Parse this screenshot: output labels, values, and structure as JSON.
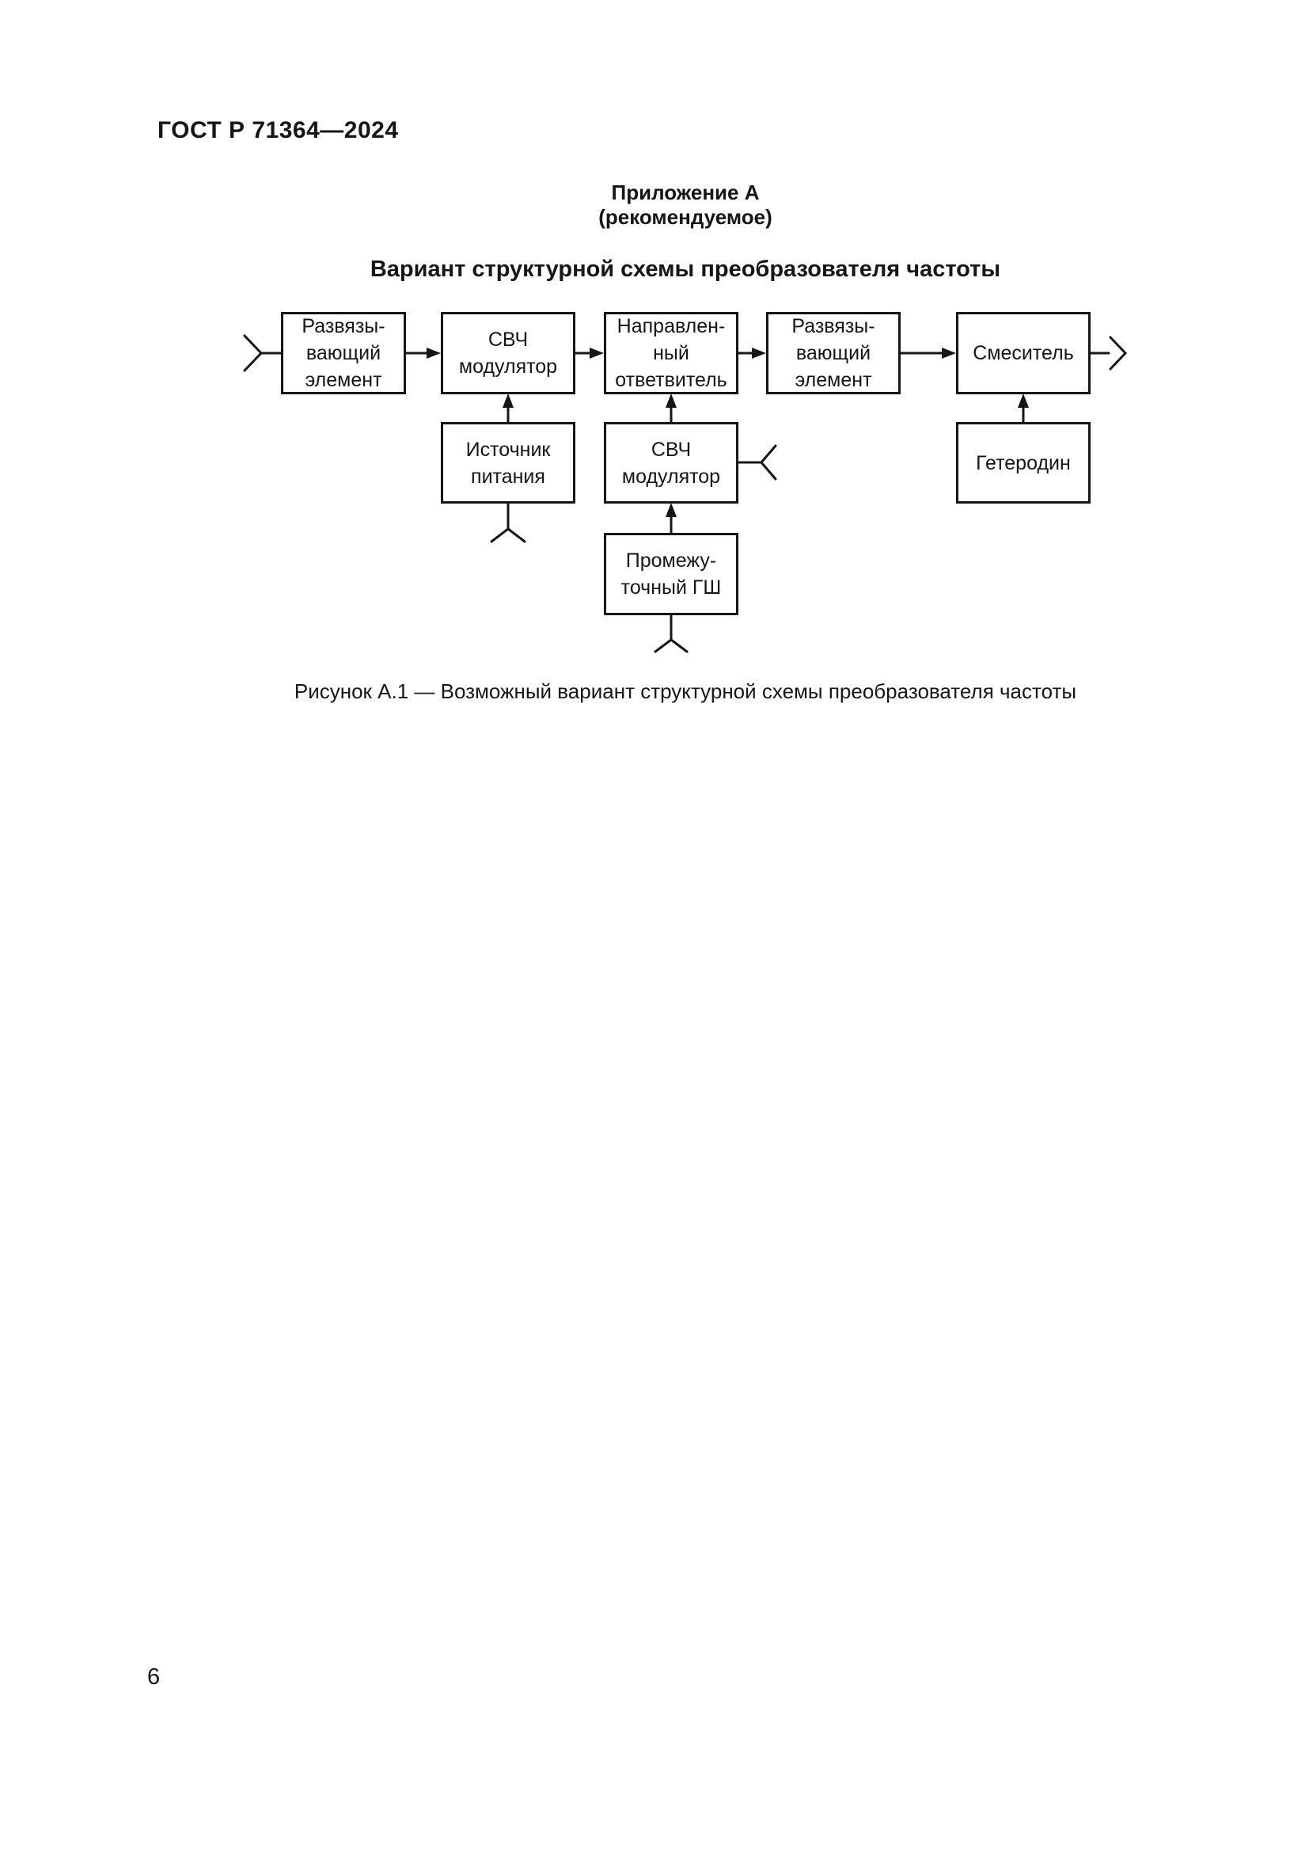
{
  "header": {
    "title": "ГОСТ Р 71364—2024"
  },
  "annex": {
    "title": "Приложение А",
    "subtitle": "(рекомендуемое)"
  },
  "figure": {
    "title": "Вариант структурной схемы преобразователя частоты",
    "caption": "Рисунок А.1 — Возможный вариант структурной схемы преобразователя частоты"
  },
  "diagram": {
    "boxes": [
      {
        "id": "isolating-element-input",
        "label": "Развязы-\nвающий\nэлемент"
      },
      {
        "id": "uhf-modulator-main",
        "label": "СВЧ\nмодулятор"
      },
      {
        "id": "directional-coupler",
        "label": "Направлен-\nный\nответвитель"
      },
      {
        "id": "isolating-element-output",
        "label": "Развязы-\nвающий\nэлемент"
      },
      {
        "id": "mixer",
        "label": "Смеситель"
      },
      {
        "id": "power-source",
        "label": "Источник\nпитания"
      },
      {
        "id": "uhf-modulator-aux",
        "label": "СВЧ\nмодулятор"
      },
      {
        "id": "intermediate-noise-gen",
        "label": "Промежу-\nточный ГШ"
      },
      {
        "id": "local-oscillator",
        "label": "Гетеродин"
      }
    ]
  },
  "footer": {
    "page_number": "6"
  }
}
